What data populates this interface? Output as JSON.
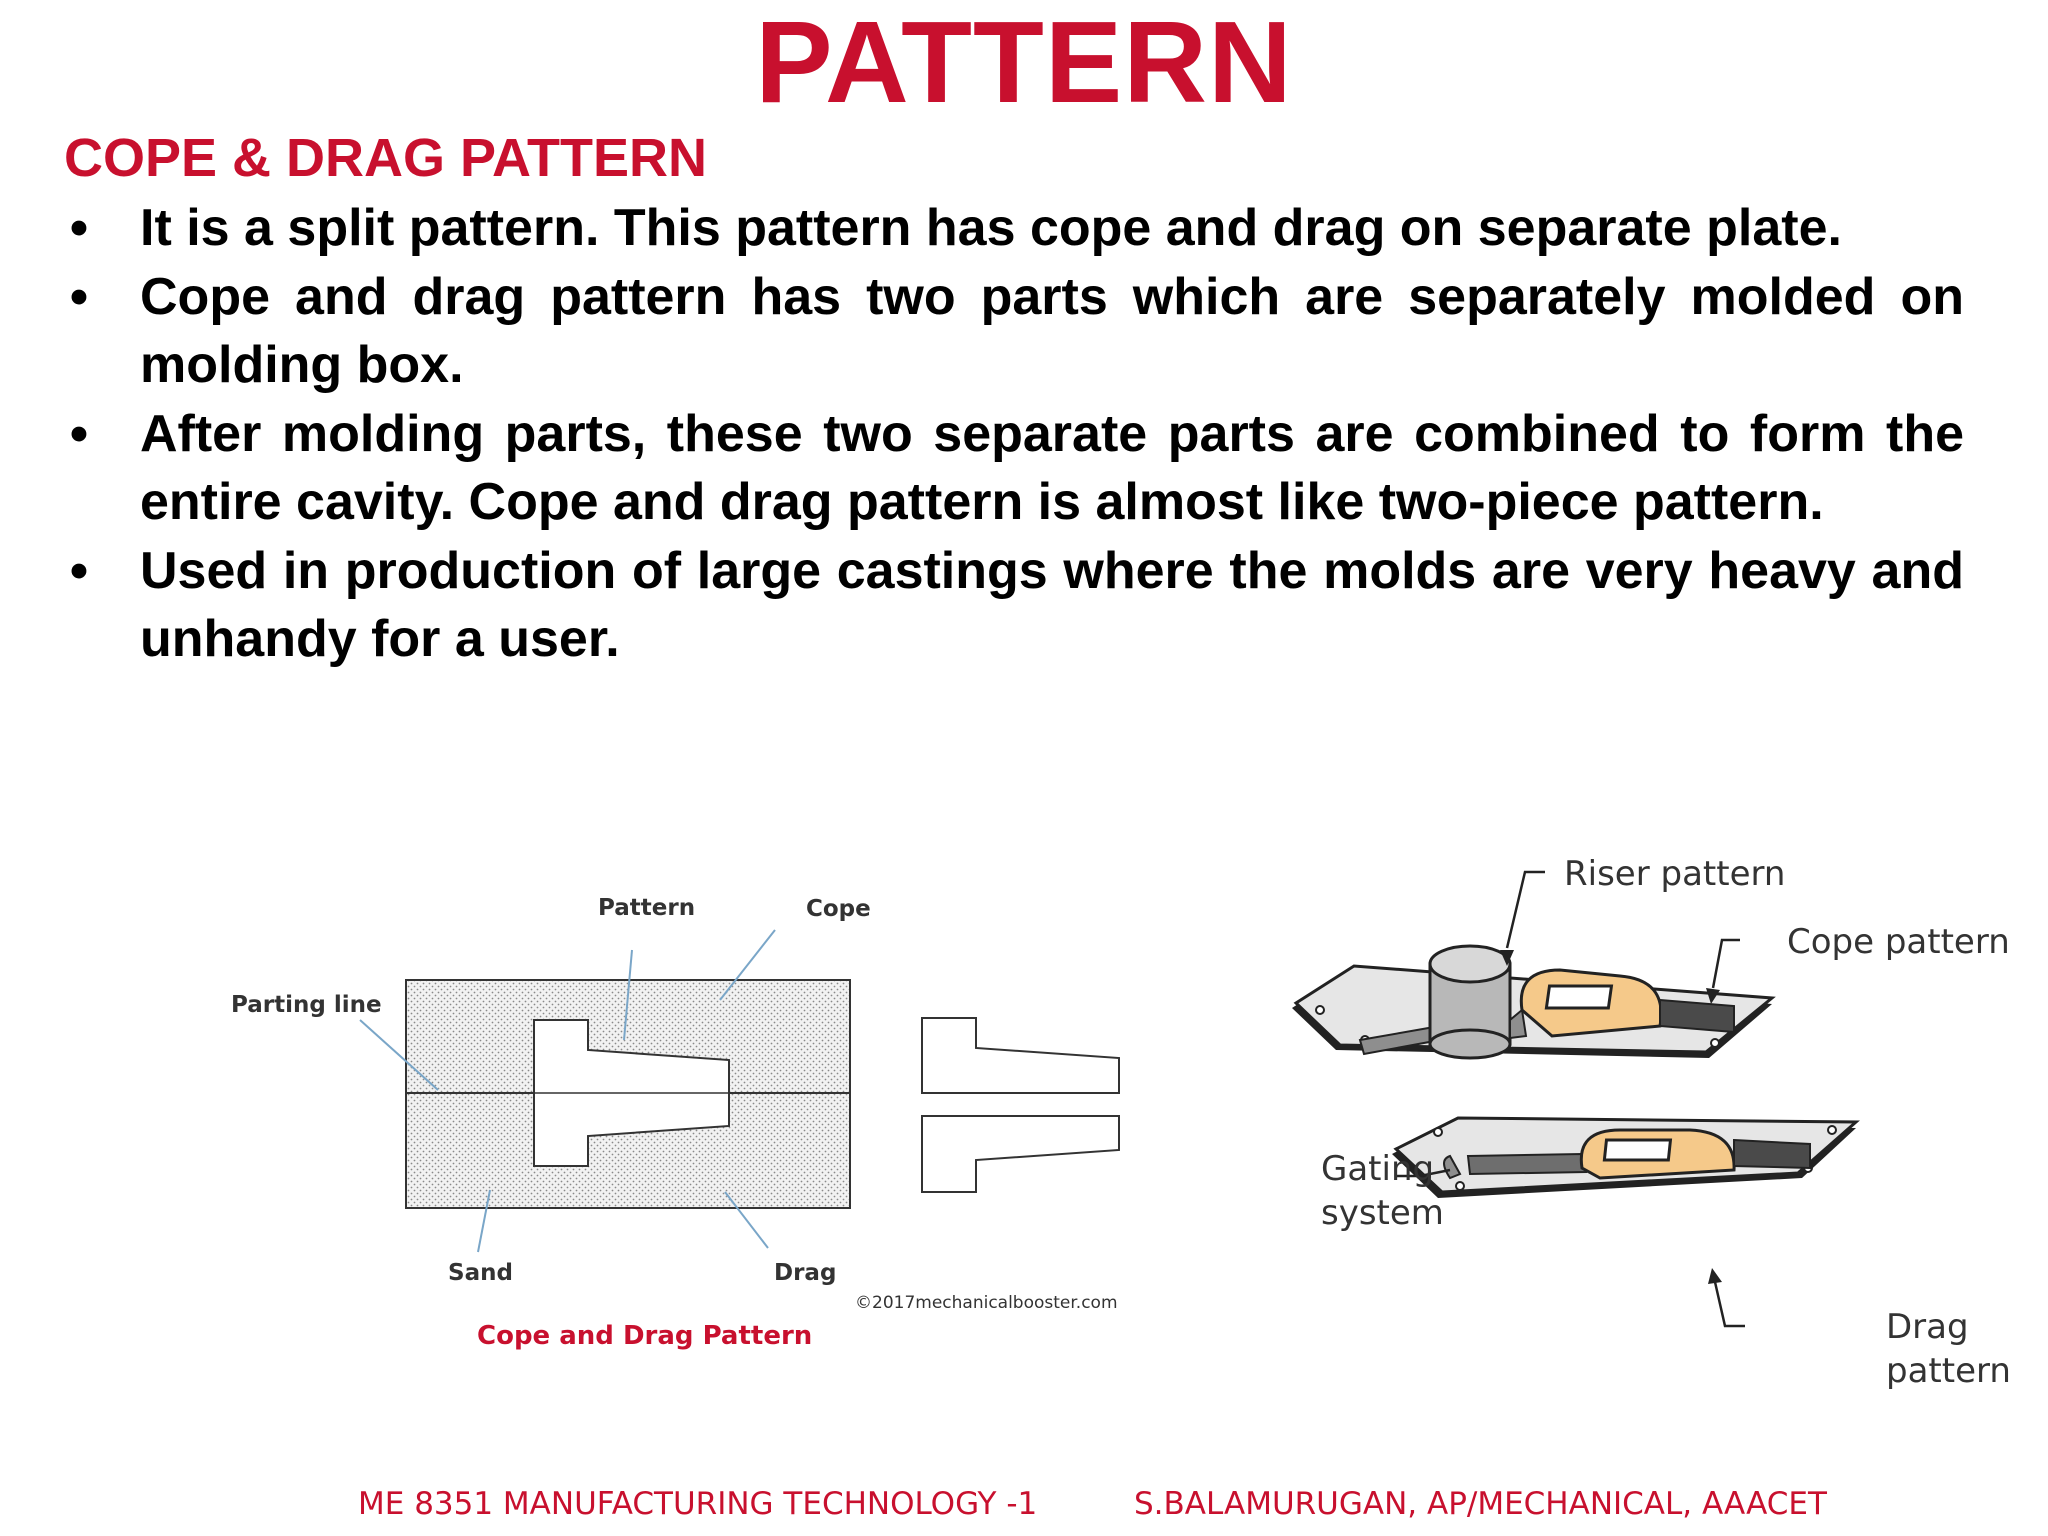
{
  "slide": {
    "title": "PATTERN",
    "subtitle": "COPE & DRAG PATTERN",
    "bullets": [
      "It is a split pattern. This pattern has cope and drag on separate plate.",
      "Cope and drag pattern has two parts which are separately molded on molding box.",
      "After molding parts, these two separate parts are combined to form the entire cavity. Cope and drag pattern is almost like two-piece pattern.",
      "Used in production of large castings where the molds are very heavy and unhandy for a user."
    ],
    "bullet_symbol": "•"
  },
  "left_figure": {
    "labels": {
      "pattern": "Pattern",
      "cope": "Cope",
      "parting_line": "Parting line",
      "sand": "Sand",
      "drag": "Drag"
    },
    "copyright": "©2017mechanicalbooster.com",
    "caption": "Cope and Drag Pattern"
  },
  "right_figure": {
    "labels": {
      "riser_pattern": "Riser pattern",
      "cope_pattern": "Cope pattern",
      "gating_line1": "Gating",
      "gating_line2": "system",
      "drag_line1": "Drag",
      "drag_line2": "pattern"
    }
  },
  "footer": {
    "course": "ME 8351 MANUFACTURING TECHNOLOGY -1",
    "author": "S.BALAMURUGAN, AP/MECHANICAL, AAACET"
  },
  "colors": {
    "accent_red": "#c8102e",
    "pattern_tan": "#f5c98a",
    "plate_grey": "#cfcfcf",
    "dark_grey": "#4a4a4a",
    "leader_blue": "#7aa6c8"
  }
}
